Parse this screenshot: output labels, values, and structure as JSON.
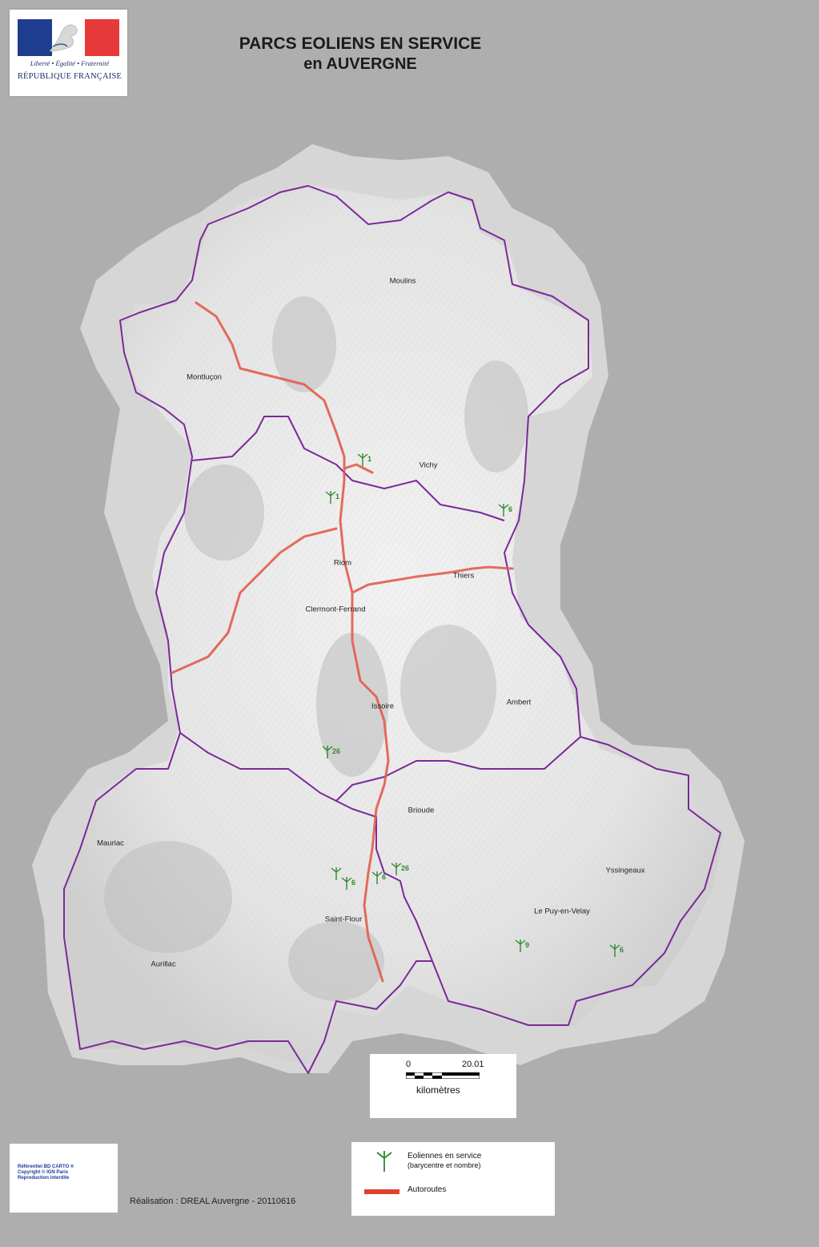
{
  "logo": {
    "motto": "Liberté • Égalité • Fraternité",
    "republic": "RÉPUBLIQUE FRANÇAISE"
  },
  "title": {
    "line1": "PARCS EOLIENS EN SERVICE",
    "line2": "en AUVERGNE"
  },
  "colors": {
    "background": "#aeaeae",
    "region_border": "#7a2a9a",
    "motorway": "#e25d4d",
    "turbine": "#2e8a2e",
    "flag_blue": "#1f3d8f",
    "flag_red": "#e63a3a"
  },
  "cities": [
    {
      "id": "moulins",
      "name": "Moulins"
    },
    {
      "id": "montlucon",
      "name": "Montluçon"
    },
    {
      "id": "vichy",
      "name": "Vichy"
    },
    {
      "id": "riom",
      "name": "Riom"
    },
    {
      "id": "thiers",
      "name": "Thiers"
    },
    {
      "id": "clermont",
      "name": "Clermont-Ferrand"
    },
    {
      "id": "issoire",
      "name": "Issoire"
    },
    {
      "id": "ambert",
      "name": "Ambert"
    },
    {
      "id": "brioude",
      "name": "Brioude"
    },
    {
      "id": "mauriac",
      "name": "Mauriac"
    },
    {
      "id": "yssingeaux",
      "name": "Yssingeaux"
    },
    {
      "id": "lepuy",
      "name": "Le Puy-en-Velay"
    },
    {
      "id": "saintflour",
      "name": "Saint-Flour"
    },
    {
      "id": "aurillac",
      "name": "Aurillac"
    }
  ],
  "wind_farms": [
    {
      "id": "wf1",
      "count": "1"
    },
    {
      "id": "wf2",
      "count": "1"
    },
    {
      "id": "wf3",
      "count": "6"
    },
    {
      "id": "wf4",
      "count": "26"
    },
    {
      "id": "wf5",
      "count": "26"
    },
    {
      "id": "wf6",
      "count": "6"
    },
    {
      "id": "wf7",
      "count": ""
    },
    {
      "id": "wf8",
      "count": "6"
    },
    {
      "id": "wf9",
      "count": "9"
    },
    {
      "id": "wf10",
      "count": "6"
    }
  ],
  "scale": {
    "zero": "0",
    "max": "20.01",
    "unit": "kilomètres"
  },
  "legend": {
    "turbines_label": "Eoliennes en service",
    "turbines_sub": "(barycentre et nombre)",
    "motorways_label": "Autoroutes"
  },
  "reference": {
    "line1": "Référentiel BD CARTO ®",
    "line2": "Copyright © IGN Paris",
    "line3": "Reproduction interdite"
  },
  "credit": "Réalisation : DREAL Auvergne - 20110616"
}
